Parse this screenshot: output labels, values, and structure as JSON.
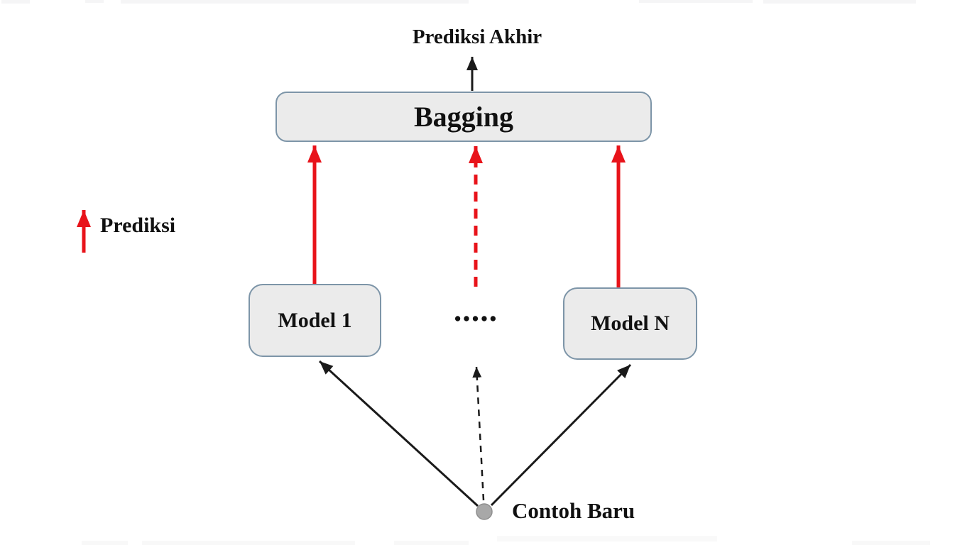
{
  "diagram": {
    "type": "flowchart",
    "output_label": "Prediksi Akhir",
    "aggregator": {
      "label": "Bagging"
    },
    "models": [
      {
        "label": "Model 1"
      },
      {
        "label": "Model N"
      }
    ],
    "ellipsis": "•••••",
    "input": {
      "label": "Contoh Baru"
    },
    "legend": {
      "icon": "red-up-arrow",
      "label": "Prediksi"
    },
    "edges": [
      {
        "from": "Contoh Baru",
        "to": "Model 1",
        "style": "solid",
        "color": "black"
      },
      {
        "from": "Contoh Baru",
        "to": "ellipsis models",
        "style": "dashed",
        "color": "black"
      },
      {
        "from": "Contoh Baru",
        "to": "Model N",
        "style": "solid",
        "color": "black"
      },
      {
        "from": "Model 1",
        "to": "Bagging",
        "style": "solid",
        "color": "red",
        "meaning": "Prediksi"
      },
      {
        "from": "ellipsis models",
        "to": "Bagging",
        "style": "dashed",
        "color": "red",
        "meaning": "Prediksi"
      },
      {
        "from": "Model N",
        "to": "Bagging",
        "style": "solid",
        "color": "red",
        "meaning": "Prediksi"
      },
      {
        "from": "Bagging",
        "to": "Prediksi Akhir",
        "style": "solid",
        "color": "black"
      }
    ],
    "colors": {
      "red_accent": "#e8131a",
      "node_fill": "#ebebeb",
      "node_border": "#7d95a8",
      "input_dot_fill": "#a8a8a8",
      "input_dot_border": "#8f8f8f",
      "text": "#111111"
    }
  }
}
